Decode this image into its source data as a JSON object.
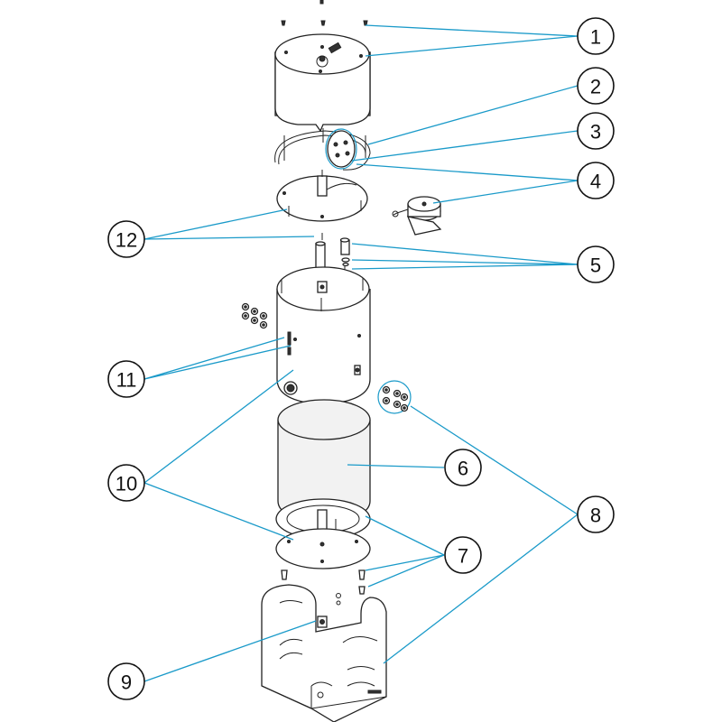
{
  "callouts": [
    {
      "id": "c1",
      "label": "1"
    },
    {
      "id": "c2",
      "label": "2"
    },
    {
      "id": "c3",
      "label": "3"
    },
    {
      "id": "c4",
      "label": "4"
    },
    {
      "id": "c5",
      "label": "5"
    },
    {
      "id": "c6",
      "label": "6"
    },
    {
      "id": "c7",
      "label": "7"
    },
    {
      "id": "c8",
      "label": "8"
    },
    {
      "id": "c9",
      "label": "9"
    },
    {
      "id": "c10",
      "label": "10"
    },
    {
      "id": "c11",
      "label": "11"
    },
    {
      "id": "c12",
      "label": "12"
    }
  ],
  "colors": {
    "leader": "#1a9ac9",
    "outline": "#222222",
    "background": "#ffffff"
  }
}
